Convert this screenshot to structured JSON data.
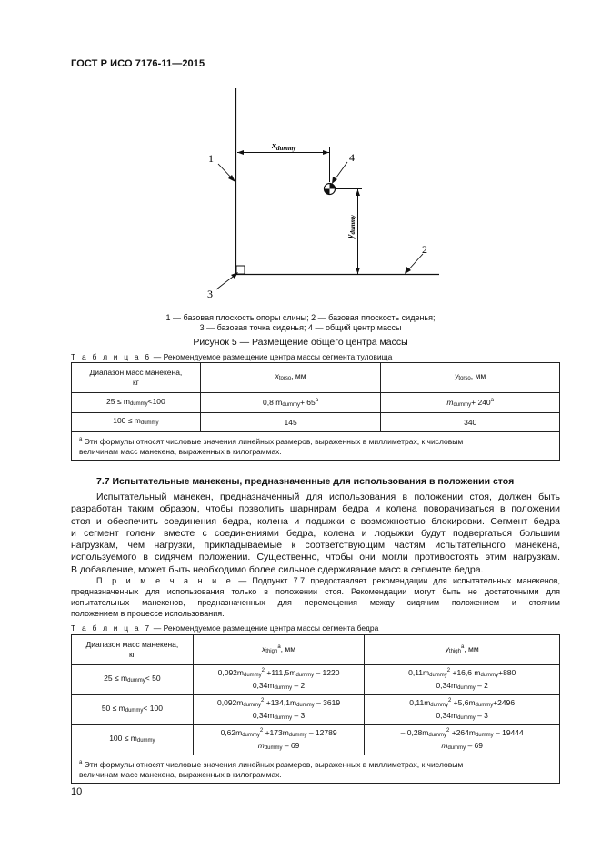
{
  "header": {
    "standard": "ГОСТ Р ИСО 7176-11—2015"
  },
  "figure": {
    "label_1": "1",
    "label_2": "2",
    "label_3": "3",
    "label_4": "4",
    "x_dim_main": "x",
    "x_dim_sub": "dummy",
    "y_dim_main": "y",
    "y_dim_sub": "dummy",
    "caption_line1": "1 — базовая плоскость опоры слины; 2 — базовая плоскость сиденья;",
    "caption_line2": "3 — базовая точка сиденья; 4 — общий центр массы",
    "title": "Рисунок 5 — Размещение общего центра массы"
  },
  "table6": {
    "caption_label": "Т а б л и ц а  6",
    "caption_text": " — Рекомендуемое размещение центра массы сегмента туловища",
    "head_col1_line1": "Диапазон масс манекена,",
    "head_col1_line2": "кг",
    "head_col2_main": "x",
    "head_col2_sub": "torso",
    "head_col2_tail": ", мм",
    "head_col3_main": "y",
    "head_col3_sub": "torso",
    "head_col3_tail": ", мм",
    "r1_c1": "25 ≤ m",
    "r1_c1_sub": "dummy",
    "r1_c1_tail": "<100",
    "r1_c2": "0,8 m",
    "r1_c2_sub": "dummy",
    "r1_c2_tail": "+ 65",
    "r1_c2_sup": "a",
    "r1_c3": "m",
    "r1_c3_sub": "dummy",
    "r1_c3_tail": "+ 240",
    "r1_c3_sup": "a",
    "r2_c1": "100 ≤ m",
    "r2_c1_sub": "dummy",
    "r2_c2": "145",
    "r2_c3": "340",
    "footnote_mark": "a",
    "footnote_line1": " Эти формулы относят числовые значения линейных размеров, выраженных в миллиметрах, к числовым",
    "footnote_line2": "величинам масс манекена, выраженных в килограммах."
  },
  "section_7_7": {
    "heading": "7.7 Испытательные манекены, предназначенные для использования в положении стоя",
    "para_lines": [
      "Испытательный манекен, предназначенный для использования в положении стоя, должен быть",
      "разработан таким образом, чтобы позволить шарнирам бедра и колена поворачиваться в положении",
      "стоя и обеспечить соединения бедра, колена и лодыжки с возможностью блокировки. Сегмент бедра",
      "и сегмент голени вместе с соединениями бедра, колена и лодыжки будут подвергаться большим",
      "нагрузкам, чем нагрузки, прикладываемые к соответствующим частям испытательного манекена,",
      "используемого в сидячем положении. Существенно, чтобы они могли противостоять этим нагрузкам.",
      "В добавление, может быть необходимо более сильное сдерживание масс в сегменте бедра."
    ],
    "note_label": "П р и м е ч а н и е",
    "note_lines": [
      " — Подпункт 7.7 предоставляет рекомендации для испытательных манекенов,",
      "предназначенных для использования только в положении стоя. Рекомендации могут быть не достаточными для",
      "испытательных манекенов, предназначенных для перемещения между сидячим положением и стоячим",
      "положением в процессе использования."
    ]
  },
  "table7": {
    "caption_label": "Т а б л и ц а  7",
    "caption_text": " — Рекомендуемое размещение центра массы сегмента бедра",
    "head_col1_line1": "Диапазон масс манекена,",
    "head_col1_line2": "кг",
    "head_col2_main": "x",
    "head_col2_sub": "thigh",
    "head_col2_sup": "a",
    "head_col2_tail": ", мм",
    "head_col3_main": "y",
    "head_col3_sub": "thigh",
    "head_col3_sup": "a",
    "head_col3_tail": ", мм",
    "rows": [
      {
        "c1_a": "25 ≤ m",
        "c1_sub": "dummy",
        "c1_b": "< 50",
        "c2_l1a": "0,092m",
        "c2_l1sub": "dummy",
        "c2_l1sup": "2",
        "c2_l1b": " +111,5m",
        "c2_l1sub2": "dummy",
        "c2_l1c": " – 1220",
        "c2_l2a": "0,34m",
        "c2_l2sub": "dummy",
        "c2_l2b": " – 2",
        "c3_l1a": "0,11m",
        "c3_l1sub": "dummy",
        "c3_l1sup": "2",
        "c3_l1b": " +16,6 m",
        "c3_l1sub2": "dummy",
        "c3_l1c": "+880",
        "c3_l2a": "0,34m",
        "c3_l2sub": "dummy",
        "c3_l2b": " – 2"
      },
      {
        "c1_a": "50 ≤ m",
        "c1_sub": "dummy",
        "c1_b": "< 100",
        "c2_l1a": "0,092m",
        "c2_l1sub": "dummy",
        "c2_l1sup": "2",
        "c2_l1b": " +134,1m",
        "c2_l1sub2": "dummy",
        "c2_l1c": " – 3619",
        "c2_l2a": "0,34m",
        "c2_l2sub": "dummy",
        "c2_l2b": " – 3",
        "c3_l1a": "0,11m",
        "c3_l1sub": "dummy",
        "c3_l1sup": "2",
        "c3_l1b": " +5,6m",
        "c3_l1sub2": "dummy",
        "c3_l1c": "+2496",
        "c3_l2a": "0,34m",
        "c3_l2sub": "dummy",
        "c3_l2b": " – 3"
      },
      {
        "c1_a": "100 ≤ m",
        "c1_sub": "dummy",
        "c1_b": "",
        "c2_l1a": "0,62m",
        "c2_l1sub": "dummy",
        "c2_l1sup": "2",
        "c2_l1b": " +173m",
        "c2_l1sub2": "dummy",
        "c2_l1c": " – 12789",
        "c2_l2a": "m",
        "c2_l2sub": "dummy",
        "c2_l2b": " – 69",
        "c3_l1a": "– 0,28m",
        "c3_l1sub": "dummy",
        "c3_l1sup": "2",
        "c3_l1b": " +264m",
        "c3_l1sub2": "dummy",
        "c3_l1c": " – 19444",
        "c3_l2a": "m",
        "c3_l2sub": "dummy",
        "c3_l2b": " – 69"
      }
    ],
    "footnote_mark": "a",
    "footnote_line1": " Эти формулы относят числовые значения линейных размеров, выраженных в миллиметрах, к числовым",
    "footnote_line2": "величинам масс манекена, выраженных в килограммах."
  },
  "page_number": "10"
}
